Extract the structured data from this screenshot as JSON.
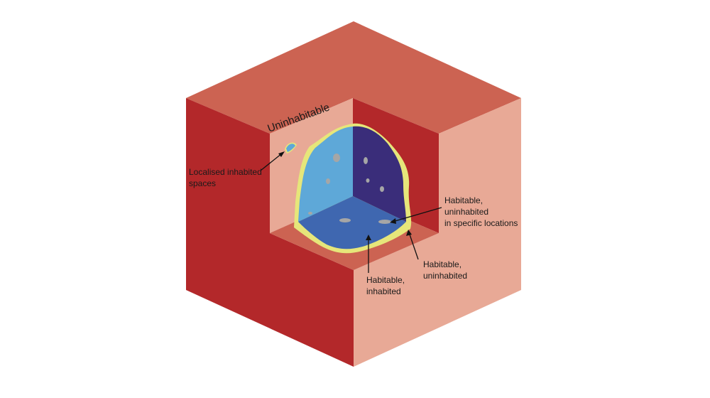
{
  "labels": {
    "uninhabitable": "Uninhabitable",
    "localised_line1": "Localised inhabited",
    "localised_line2": "spaces",
    "specific_line1": "Habitable,",
    "specific_line2": "uninhabited",
    "specific_line3": "in specific locations",
    "uninhabited_line1": "Habitable,",
    "uninhabited_line2": "uninhabited",
    "inhabited_line1": "Habitable,",
    "inhabited_line2": "inhabited"
  },
  "colors": {
    "outer_top": "#cc6352",
    "outer_left": "#b3282a",
    "outer_right": "#e8a996",
    "inner_back_left": "#e8a996",
    "inner_back_right": "#b3282a",
    "inner_floor": "#cc6352",
    "habitable_halo": "#e6e67a",
    "inhabited_left": "#5ea8d8",
    "inhabited_right": "#3a2d7a",
    "inhabited_floor": "#3f67b0",
    "pocket": "#a6a6a6"
  }
}
